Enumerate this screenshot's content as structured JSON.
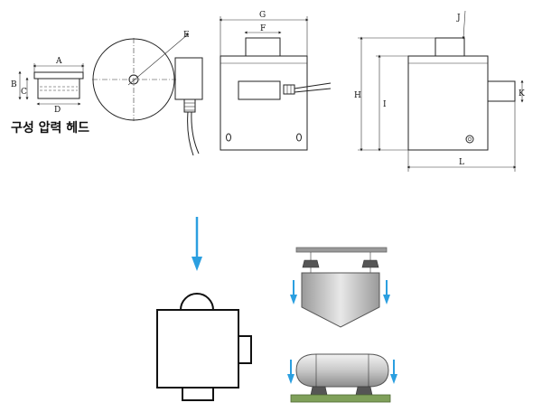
{
  "caption": "구성 압력 헤드",
  "dimensions": {
    "A": "A",
    "B": "B",
    "C": "C",
    "D": "D",
    "E": "E",
    "F": "F",
    "G": "G",
    "H": "H",
    "I": "I",
    "J": "J",
    "K": "K",
    "L": "L"
  },
  "colors": {
    "arrow_blue": "#2b9fe0",
    "steel_light": "#e6e6e6",
    "steel_dark": "#8a8a8a",
    "base_green": "#7fa05a",
    "line": "#111111"
  }
}
